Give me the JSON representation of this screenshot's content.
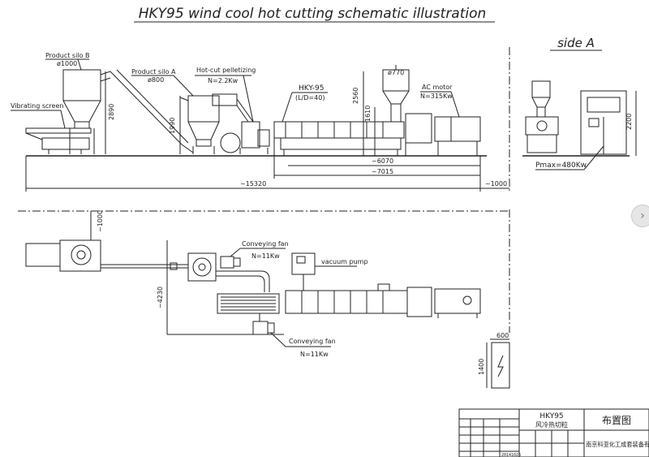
{
  "title": "HKY95 wind cool hot cutting schematic illustration",
  "side_label": "side A",
  "elevation": {
    "vibrating_screen": "Vibrating screen",
    "silo_b": "Product silo B",
    "silo_b_dia": "ø1000",
    "silo_a": "Product silo A",
    "silo_a_dia": "ø800",
    "hotcut": "Hot-cut pelletizing",
    "hotcut_power": "N=2.2Kw",
    "extruder": "HKY-95",
    "ld": "(L/D=40)",
    "hopper_dia": "ø770",
    "motor": "AC motor",
    "motor_power": "N=315Kw",
    "pmax": "Pmax=480Kw",
    "dim_2890": "2890",
    "dim_1990": "1990",
    "dim_2560": "2560",
    "dim_1610": "1610",
    "dim_2200": "2200",
    "dim_6070": "~6070",
    "dim_7015": "~7015",
    "dim_15320": "~15320",
    "dim_1000": "~1000"
  },
  "plan": {
    "dim_1000v": "~1000",
    "dim_4230": "~4230",
    "fan1": "Conveying fan",
    "fan1_power": "N=11Kw",
    "vacuum": "vacuum pump",
    "fan2": "Conveying fan",
    "fan2_power": "N=11Kw",
    "dim_600": "600",
    "dim_1400": "1400"
  },
  "title_block": {
    "model": "HKY95",
    "subtitle_cn": "风冷热切粒",
    "drawing_name": "布置图",
    "company": "南京科亚化工成套装备有限公司",
    "date": "20141026"
  },
  "nav": {
    "next_icon": "chevron-right-icon",
    "glyph": "›"
  }
}
